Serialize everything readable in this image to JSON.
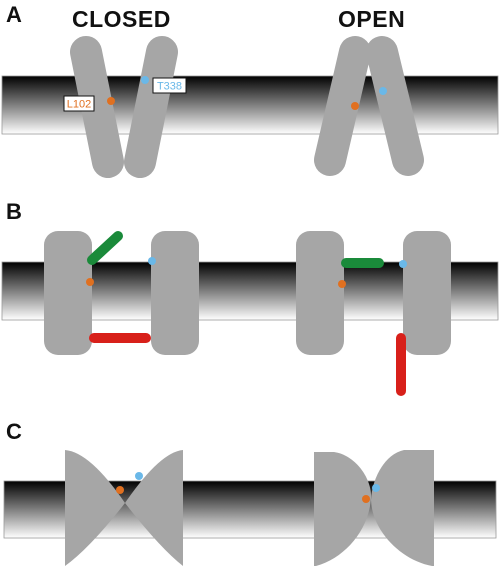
{
  "panels": [
    {
      "label": "A"
    },
    {
      "label": "B"
    },
    {
      "label": "C"
    }
  ],
  "states": {
    "closed": "CLOSED",
    "open": "OPEN"
  },
  "residues": {
    "orange": {
      "name": "L102",
      "color": "#e07020"
    },
    "blue": {
      "name": "T338",
      "color": "#6ab8e8"
    }
  },
  "colors": {
    "subunit_gray": "#a6a6a6",
    "green_linker": "#1a8a3a",
    "red_linker": "#d8201a",
    "membrane_dark": "#000000",
    "membrane_light": "#ffffff"
  }
}
